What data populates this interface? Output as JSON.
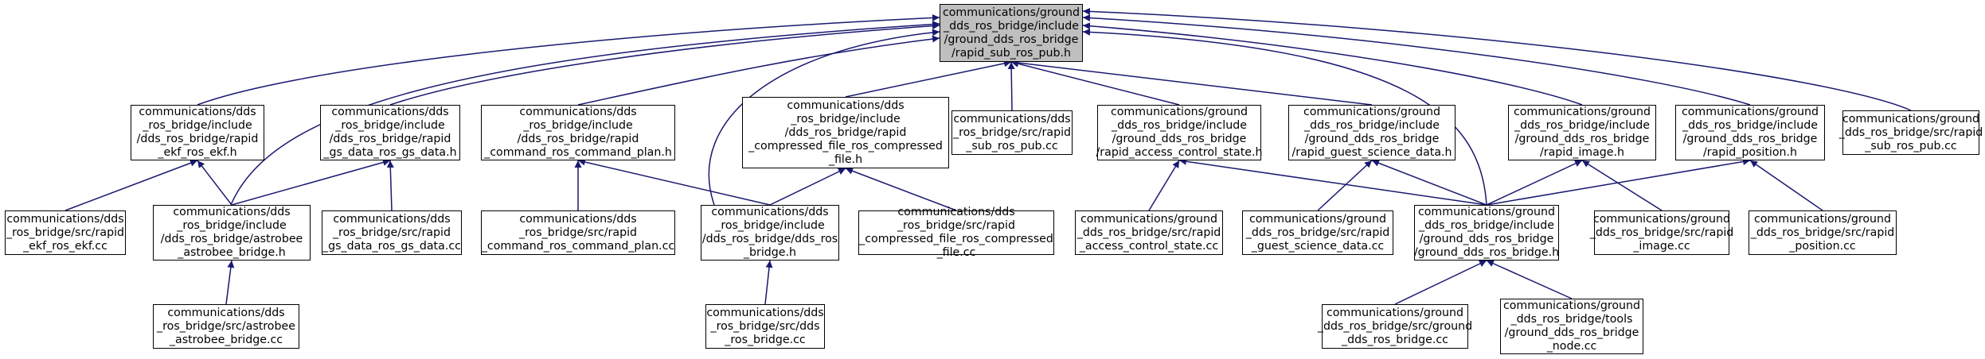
{
  "graph": {
    "edge_color": "#191970",
    "root_fill": "#bfbfbf",
    "node_fill": "#ffffff",
    "nodes": [
      {
        "id": "root",
        "label": "communications/ground\n_dds_ros_bridge/include\n/ground_dds_ros_bridge\n/rapid_sub_ros_pub.h"
      },
      {
        "id": "ekf_h",
        "label": "communications/dds\n_ros_bridge/include\n/dds_ros_bridge/rapid\n_ekf_ros_ekf.h"
      },
      {
        "id": "gs_data_h",
        "label": "communications/dds\n_ros_bridge/include\n/dds_ros_bridge/rapid\n_gs_data_ros_gs_data.h"
      },
      {
        "id": "cmd_plan_h",
        "label": "communications/dds\n_ros_bridge/include\n/dds_ros_bridge/rapid\n_command_ros_command_plan.h"
      },
      {
        "id": "compressed_h",
        "label": "communications/dds\n_ros_bridge/include\n/dds_ros_bridge/rapid\n_compressed_file_ros_compressed\n_file.h"
      },
      {
        "id": "sub_pub_cc",
        "label": "communications/dds\n_ros_bridge/src/rapid\n_sub_ros_pub.cc"
      },
      {
        "id": "access_h",
        "label": "communications/ground\n_dds_ros_bridge/include\n/ground_dds_ros_bridge\n/rapid_access_control_state.h"
      },
      {
        "id": "guest_h",
        "label": "communications/ground\n_dds_ros_bridge/include\n/ground_dds_ros_bridge\n/rapid_guest_science_data.h"
      },
      {
        "id": "image_h",
        "label": "communications/ground\n_dds_ros_bridge/include\n/ground_dds_ros_bridge\n/rapid_image.h"
      },
      {
        "id": "position_h",
        "label": "communications/ground\n_dds_ros_bridge/include\n/ground_dds_ros_bridge\n/rapid_position.h"
      },
      {
        "id": "g_sub_pub_cc",
        "label": "communications/ground\n_dds_ros_bridge/src/rapid\n_sub_ros_pub.cc"
      },
      {
        "id": "ekf_cc",
        "label": "communications/dds\n_ros_bridge/src/rapid\n_ekf_ros_ekf.cc"
      },
      {
        "id": "astrobee_h",
        "label": "communications/dds\n_ros_bridge/include\n/dds_ros_bridge/astrobee\n_astrobee_bridge.h"
      },
      {
        "id": "gs_data_cc",
        "label": "communications/dds\n_ros_bridge/src/rapid\n_gs_data_ros_gs_data.cc"
      },
      {
        "id": "cmd_plan_cc",
        "label": "communications/dds\n_ros_bridge/src/rapid\n_command_ros_command_plan.cc"
      },
      {
        "id": "dds_bridge_h",
        "label": "communications/dds\n_ros_bridge/include\n/dds_ros_bridge/dds_ros\n_bridge.h"
      },
      {
        "id": "compressed_cc",
        "label": "communications/dds\n_ros_bridge/src/rapid\n_compressed_file_ros_compressed\n_file.cc"
      },
      {
        "id": "access_cc",
        "label": "communications/ground\n_dds_ros_bridge/src/rapid\n_access_control_state.cc"
      },
      {
        "id": "guest_cc",
        "label": "communications/ground\n_dds_ros_bridge/src/rapid\n_guest_science_data.cc"
      },
      {
        "id": "ground_bridge_h",
        "label": "communications/ground\n_dds_ros_bridge/include\n/ground_dds_ros_bridge\n/ground_dds_ros_bridge.h"
      },
      {
        "id": "image_cc",
        "label": "communications/ground\n_dds_ros_bridge/src/rapid\n_image.cc"
      },
      {
        "id": "position_cc",
        "label": "communications/ground\n_dds_ros_bridge/src/rapid\n_position.cc"
      },
      {
        "id": "astrobee_cc",
        "label": "communications/dds\n_ros_bridge/src/astrobee\n_astrobee_bridge.cc"
      },
      {
        "id": "dds_bridge_cc",
        "label": "communications/dds\n_ros_bridge/src/dds\n_ros_bridge.cc"
      },
      {
        "id": "ground_bridge_cc",
        "label": "communications/ground\n_dds_ros_bridge/src/ground\n_dds_ros_bridge.cc"
      },
      {
        "id": "ground_node_cc",
        "label": "communications/ground\n_dds_ros_bridge/tools\n/ground_dds_ros_bridge\n_node.cc"
      }
    ],
    "edges": [
      [
        "ekf_h",
        "root"
      ],
      [
        "gs_data_h",
        "root"
      ],
      [
        "cmd_plan_h",
        "root"
      ],
      [
        "compressed_h",
        "root"
      ],
      [
        "sub_pub_cc",
        "root"
      ],
      [
        "access_h",
        "root"
      ],
      [
        "guest_h",
        "root"
      ],
      [
        "image_h",
        "root"
      ],
      [
        "position_h",
        "root"
      ],
      [
        "g_sub_pub_cc",
        "root"
      ],
      [
        "astrobee_h",
        "root"
      ],
      [
        "dds_bridge_h",
        "root"
      ],
      [
        "ground_bridge_h",
        "root"
      ],
      [
        "ekf_cc",
        "ekf_h"
      ],
      [
        "astrobee_h",
        "ekf_h"
      ],
      [
        "astrobee_h",
        "gs_data_h"
      ],
      [
        "gs_data_cc",
        "gs_data_h"
      ],
      [
        "cmd_plan_cc",
        "cmd_plan_h"
      ],
      [
        "dds_bridge_h",
        "cmd_plan_h"
      ],
      [
        "dds_bridge_h",
        "compressed_h"
      ],
      [
        "compressed_cc",
        "compressed_h"
      ],
      [
        "access_cc",
        "access_h"
      ],
      [
        "ground_bridge_h",
        "access_h"
      ],
      [
        "guest_cc",
        "guest_h"
      ],
      [
        "ground_bridge_h",
        "guest_h"
      ],
      [
        "ground_bridge_h",
        "image_h"
      ],
      [
        "image_cc",
        "image_h"
      ],
      [
        "ground_bridge_h",
        "position_h"
      ],
      [
        "position_cc",
        "position_h"
      ],
      [
        "astrobee_cc",
        "astrobee_h"
      ],
      [
        "dds_bridge_cc",
        "dds_bridge_h"
      ],
      [
        "ground_bridge_cc",
        "ground_bridge_h"
      ],
      [
        "ground_node_cc",
        "ground_bridge_h"
      ]
    ]
  }
}
